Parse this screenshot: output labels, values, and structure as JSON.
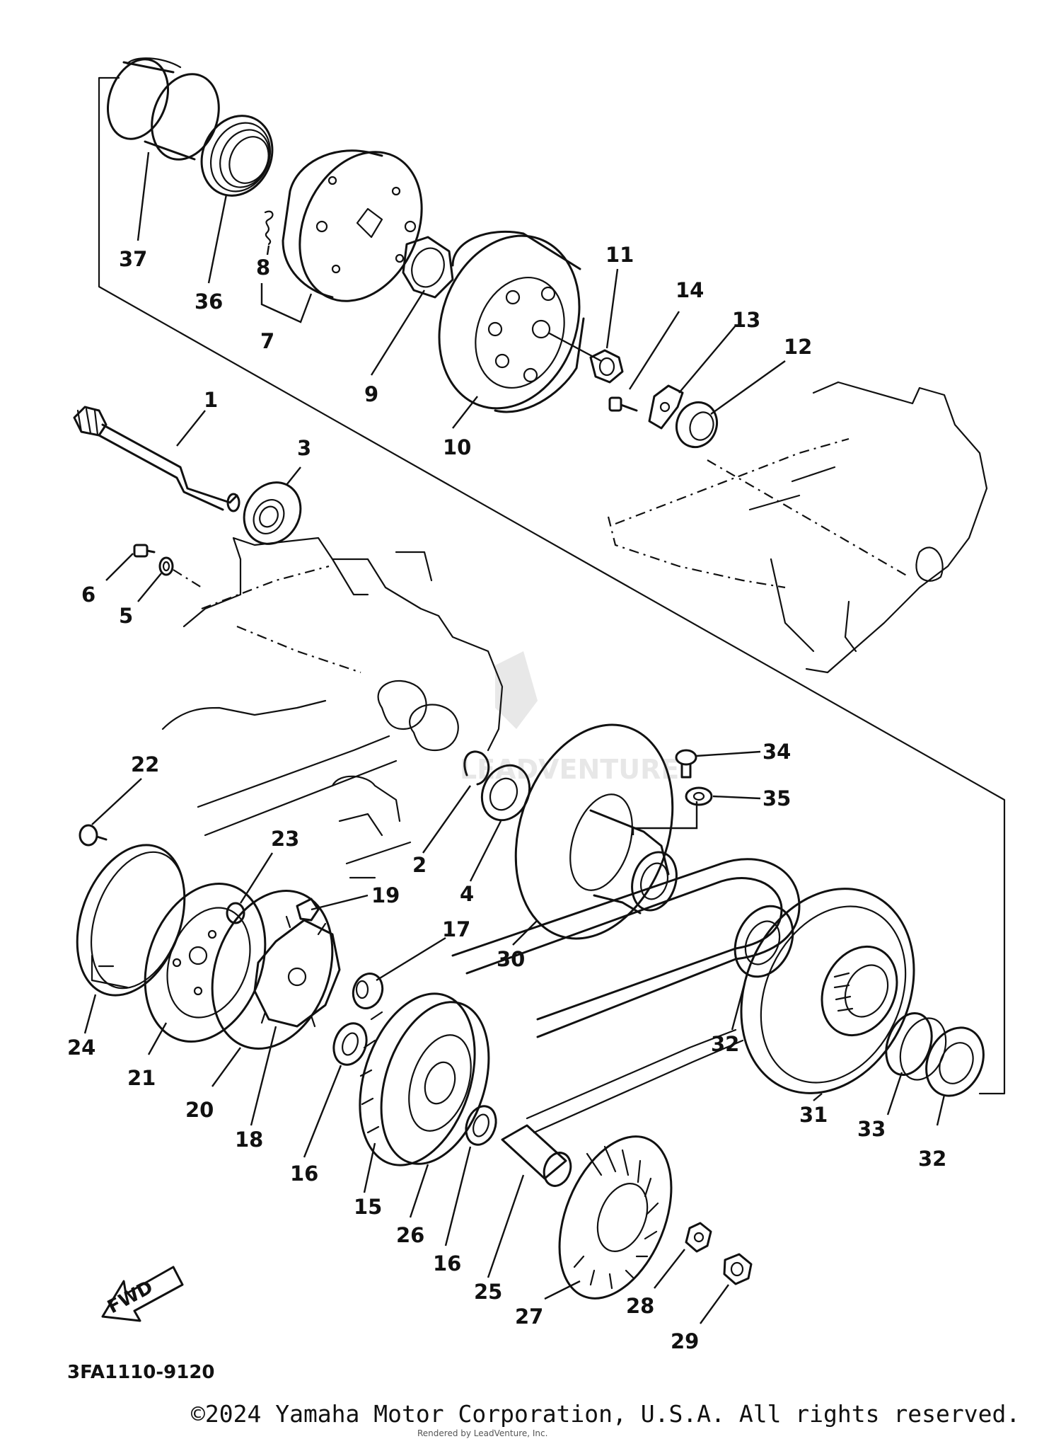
{
  "diagram_code": "3FA1110-9120",
  "fwd_label": "FWD",
  "watermark": "LEADVENTURE",
  "copyright": "©2024 Yamaha Motor Corporation, U.S.A. All rights reserved.",
  "rendered_by": "Rendered by LeadVenture, Inc.",
  "part_labels": {
    "p1": "1",
    "p2": "2",
    "p3": "3",
    "p4": "4",
    "p5": "5",
    "p6": "6",
    "p7": "7",
    "p8": "8",
    "p9": "9",
    "p10": "10",
    "p11": "11",
    "p12": "12",
    "p13": "13",
    "p14": "14",
    "p15": "15",
    "p16a": "16",
    "p16b": "16",
    "p17": "17",
    "p18": "18",
    "p19": "19",
    "p20": "20",
    "p21": "21",
    "p22": "22",
    "p23": "23",
    "p24": "24",
    "p25": "25",
    "p26": "26",
    "p27": "27",
    "p28": "28",
    "p29": "29",
    "p30": "30",
    "p31": "31",
    "p32a": "32",
    "p32b": "32",
    "p33": "33",
    "p34": "34",
    "p35": "35",
    "p36": "36",
    "p37": "37"
  }
}
